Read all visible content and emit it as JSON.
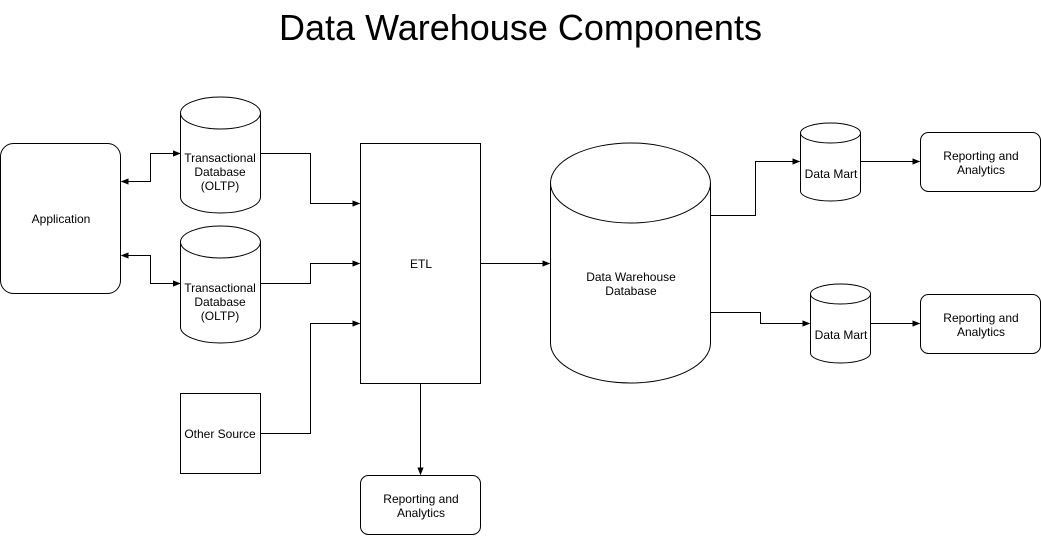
{
  "title": "Data Warehouse Components",
  "nodes": {
    "application": "Application",
    "oltp_1": "Transactional\nDatabase\n(OLTP)",
    "oltp_2": "Transactional\nDatabase\n(OLTP)",
    "other_source": "Other Source",
    "etl": "ETL",
    "reporting_bottom": "Reporting and\nAnalytics",
    "data_warehouse": "Data Warehouse\nDatabase",
    "data_mart_1": "Data Mart",
    "data_mart_2": "Data Mart",
    "reporting_1": "Reporting and\nAnalytics",
    "reporting_2": "Reporting and\nAnalytics"
  }
}
